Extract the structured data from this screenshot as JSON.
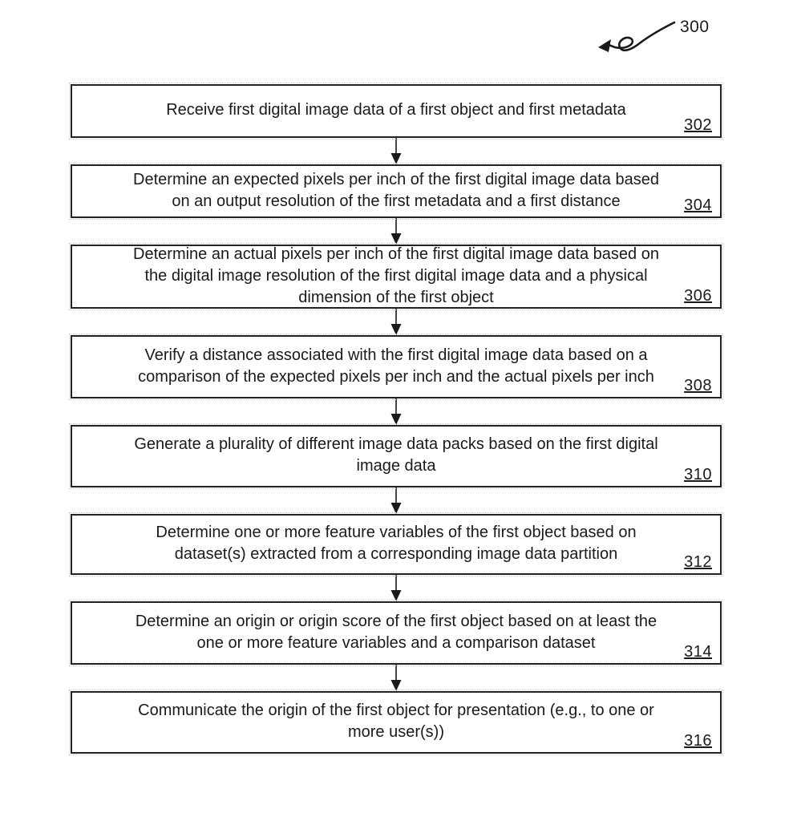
{
  "figure": {
    "reference_label": "300"
  },
  "flowchart": {
    "steps": [
      {
        "id": "302",
        "text": "Receive first digital image data of a first object and first metadata"
      },
      {
        "id": "304",
        "text": "Determine an expected pixels per inch of the first digital image data based\non an output resolution of the first metadata and a first distance"
      },
      {
        "id": "306",
        "text": "Determine an actual pixels per inch of the first digital image data based on\nthe digital image resolution of the first digital image data and a physical\ndimension of the first object"
      },
      {
        "id": "308",
        "text": "Verify a distance associated with the first digital image data based on a\ncomparison of the expected pixels per inch and the actual pixels per inch"
      },
      {
        "id": "310",
        "text": "Generate a plurality of different image data packs based on the first digital\nimage data"
      },
      {
        "id": "312",
        "text": "Determine one or more feature variables of the first object based on\ndataset(s) extracted from a corresponding image data partition"
      },
      {
        "id": "314",
        "text": "Determine an origin or origin score of the first object based on at least the\none or more feature variables and a comparison dataset"
      },
      {
        "id": "316",
        "text": "Communicate the origin of the first object for presentation (e.g., to one or\nmore user(s))"
      }
    ]
  },
  "colors": {
    "ink": "#1a1a1a",
    "background": "#ffffff"
  }
}
